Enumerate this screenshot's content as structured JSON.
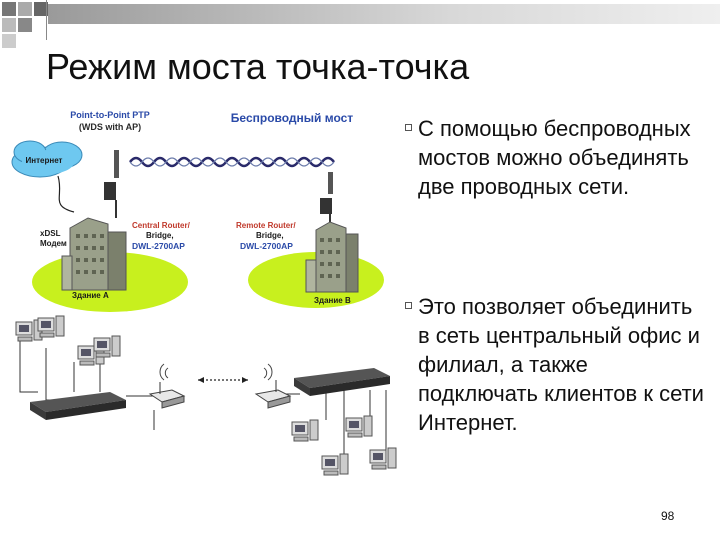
{
  "slide": {
    "title": "Режим моста точка-точка",
    "page_number": "98"
  },
  "text": {
    "paragraph1": "С помощью беспроводных мостов можно объединять две проводных сети.",
    "paragraph2": "Это позволяет объединить в сеть центральный офис и филиал, а также подключать клиентов к сети Интернет."
  },
  "diagram": {
    "header_ptp_line1": "Point-to-Point PTP",
    "header_ptp_line2": "(WDS with AP)",
    "header_bridge": "Беспроводный мост",
    "internet": "Интернет",
    "xdsl_line1": "xDSL",
    "xdsl_line2": "Модем",
    "central_line1": "Central Router/",
    "central_line2": "Bridge,",
    "central_line3": "DWL-2700AP",
    "remote_line1": "Remote Router/",
    "remote_line2": "Bridge,",
    "remote_line3": "DWL-2700AP",
    "building_a": "Здание А",
    "building_b": "Здание В"
  },
  "colors": {
    "grass": "#c8f01e",
    "cloud": "#6ec8f0",
    "building": "#9aa08a",
    "blue_label": "#2a4aa8",
    "red_label": "#c0392b",
    "wave": "#2a2a6a"
  }
}
